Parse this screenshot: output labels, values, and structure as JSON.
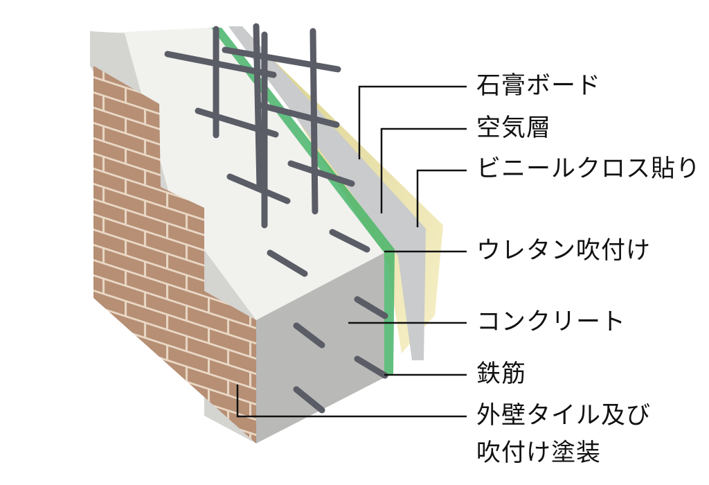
{
  "labels": {
    "gypsum_board": "石膏ボード",
    "air_layer": "空気層",
    "vinyl_cloth": "ビニールクロス貼り",
    "urethane_spray": "ウレタン吹付け",
    "concrete": "コンクリート",
    "rebar": "鉄筋",
    "exterior_line1": "外壁タイル及び",
    "exterior_line2": "吹付け塗装"
  },
  "colors": {
    "brick": "#b68f74",
    "concrete": "#b9b9b7",
    "concrete_top": "#f1f1ee",
    "urethane": "#46b46a",
    "gypsum": "#c9cbcc",
    "vinyl": "#eee3aa",
    "rebar": "#5a5c66",
    "leader": "#111111"
  }
}
